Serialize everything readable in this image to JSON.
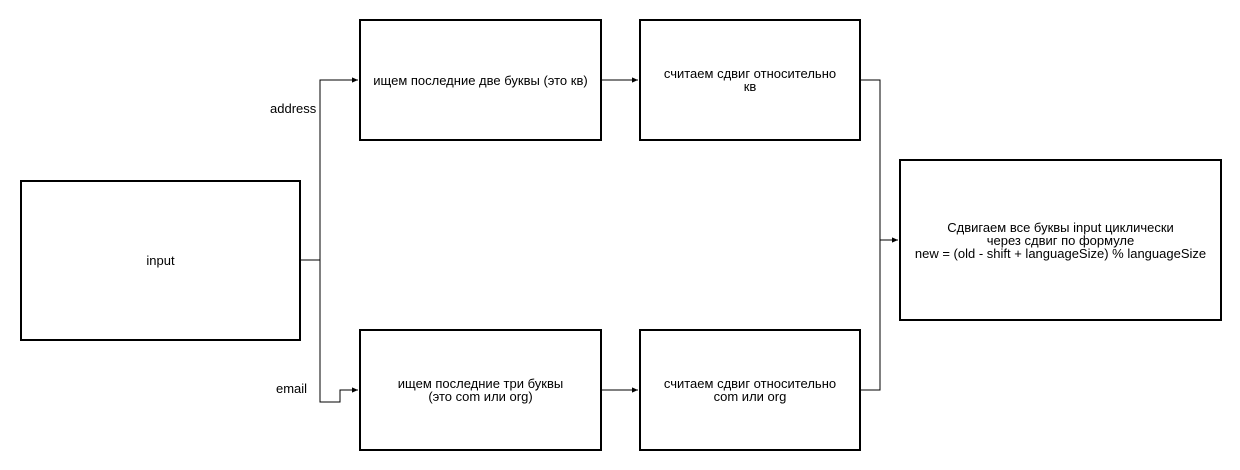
{
  "diagram": {
    "nodes": {
      "input": "input",
      "address_find": "ищем последние две буквы (это кв)",
      "address_shift": "считаем сдвиг относительно\nкв",
      "email_find": "ищем последние три буквы\n(это com или org)",
      "email_shift": "считаем сдвиг относительно\ncom или org",
      "result": "Сдвигаем все буквы input циклически\nчерез сдвиг по формуле\nnew = (old - shift + languageSize) % languageSize"
    },
    "edge_labels": {
      "address": "address",
      "email": "email"
    },
    "colors": {
      "stroke": "#000000",
      "background": "#ffffff"
    }
  }
}
